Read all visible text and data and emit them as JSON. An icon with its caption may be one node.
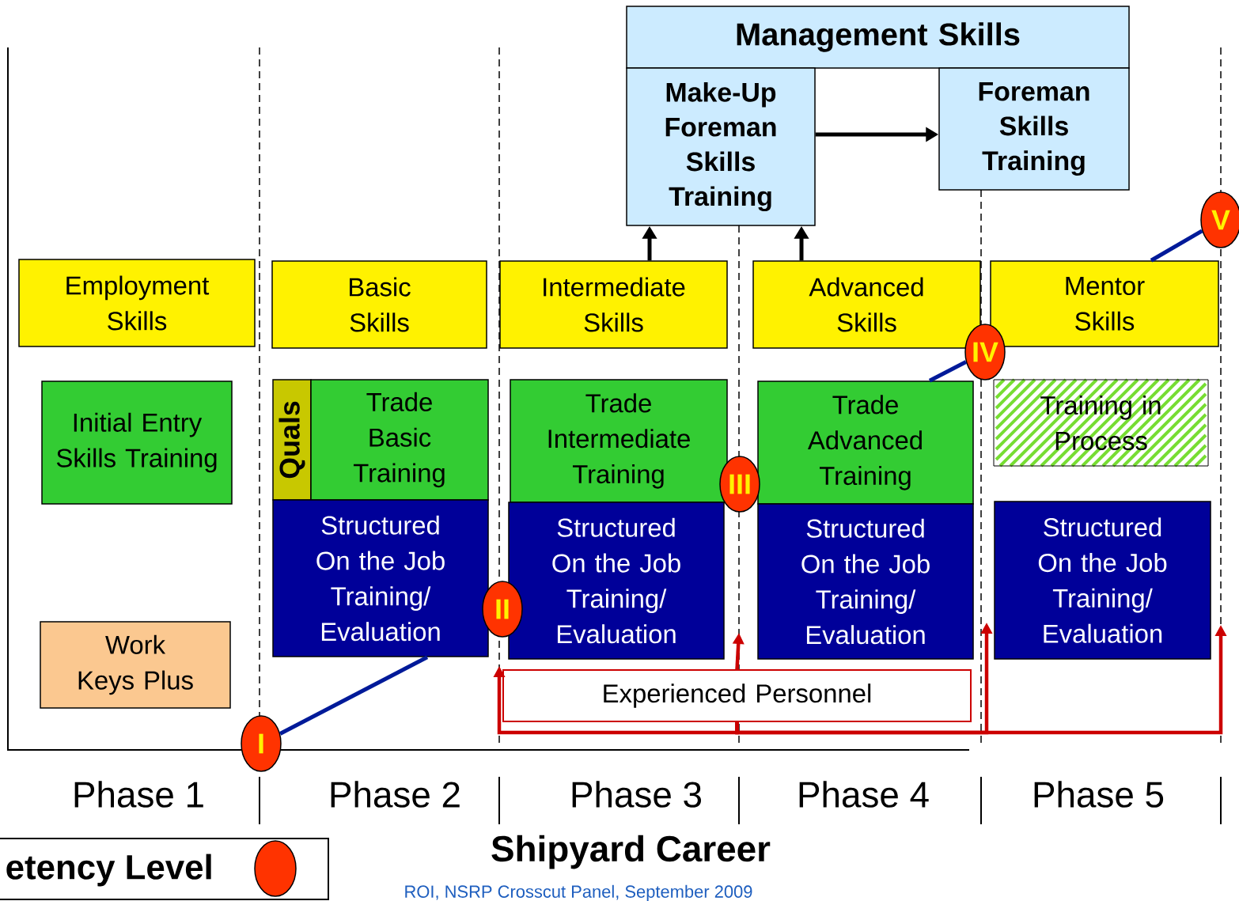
{
  "diagram": {
    "nodes": [
      {
        "text": [
          "Management Skills"
        ]
      },
      {
        "text": [
          "Make-Up Foreman Skills Training"
        ]
      },
      {
        "text": [
          "Foreman Skills Training"
        ]
      },
      {
        "text": [
          "Employment Skills"
        ]
      },
      {
        "text": [
          "Basic Skills"
        ]
      },
      {
        "text": [
          "Intermediate Skills"
        ]
      },
      {
        "text": [
          "Advanced Skills"
        ]
      },
      {
        "text": [
          "Mentor Skills"
        ]
      },
      {
        "text": [
          "Initial Entry Skills Training"
        ]
      },
      {
        "text": [
          "Quals"
        ]
      },
      {
        "text": [
          "Trade Basic Training"
        ]
      },
      {
        "text": [
          "Trade Intermediate Training"
        ]
      },
      {
        "text": [
          "Trade Advanced Training"
        ]
      },
      {
        "text": [
          "Training in Process"
        ]
      },
      {
        "text": [
          "Structured On the Job Training/ Evaluation"
        ]
      },
      {
        "text": [
          "Structured On the Job Training/ Evaluation"
        ]
      },
      {
        "text": [
          "Structured On the Job Training/ Evaluation"
        ]
      },
      {
        "text": [
          "Structured On the Job Training/ Evaluation"
        ]
      },
      {
        "text": [
          "Work Keys Plus"
        ]
      },
      {
        "text": [
          "Experienced Personnel"
        ]
      },
      {
        "text": [
          "I"
        ]
      },
      {
        "text": [
          "II"
        ]
      },
      {
        "text": [
          "III"
        ]
      },
      {
        "text": [
          "IV"
        ]
      },
      {
        "text": [
          "V"
        ]
      }
    ],
    "edges": [
      {
        "from": 1,
        "to": 2,
        "arrow": "to",
        "color": "#000000"
      },
      {
        "from": 5,
        "to": 1,
        "arrow": "to",
        "color": "#000000"
      },
      {
        "from": 6,
        "to": 1,
        "arrow": "to",
        "color": "#000000"
      },
      {
        "from": 20,
        "to": 14,
        "arrow": "none",
        "color": "#001a99"
      },
      {
        "from": 23,
        "to": 12,
        "arrow": "none",
        "color": "#001a99"
      },
      {
        "from": 24,
        "to": 7,
        "arrow": "none",
        "color": "#001a99"
      },
      {
        "from": 19,
        "to": null,
        "arrow": "to",
        "color": "#cc0000"
      },
      {
        "from": 19,
        "to": 15,
        "arrow": "to",
        "color": "#cc0000"
      },
      {
        "from": 19,
        "to": 17,
        "arrow": "to",
        "color": "#cc0000"
      },
      {
        "from": 19,
        "to": 17,
        "arrow": "to",
        "color": "#cc0000"
      }
    ],
    "labels": [
      "Phase 1",
      "Phase 2",
      "Phase 3",
      "Phase 4",
      "Phase 5",
      "Shipyard Career",
      "ROI, NSRP Crosscut Panel, September 2009"
    ],
    "legend": [
      {
        "text": "etency Level",
        "color": "#ff3300"
      }
    ]
  }
}
